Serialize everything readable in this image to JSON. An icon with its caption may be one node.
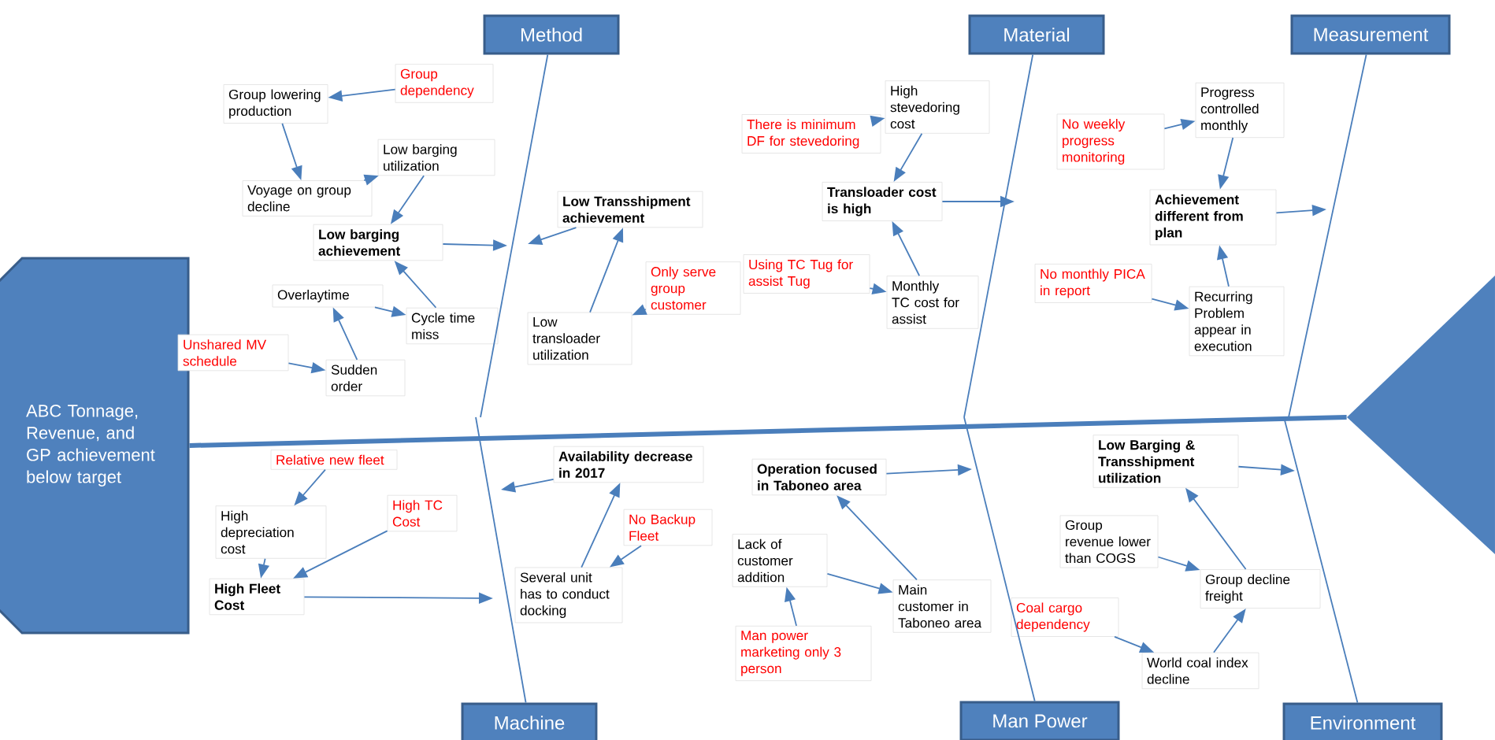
{
  "diagram": {
    "nodes": [
      {
        "text": [
          "ABC Tonnage, Revenue, and GP achievement below target"
        ]
      },
      {
        "text": [
          "Method"
        ]
      },
      {
        "text": [
          "Material"
        ]
      },
      {
        "text": [
          "Measurement"
        ]
      },
      {
        "text": [
          "Machine"
        ]
      },
      {
        "text": [
          "Man Power"
        ]
      },
      {
        "text": [
          "Environment"
        ]
      },
      {
        "text": [
          "Group dependency"
        ]
      },
      {
        "text": [
          "Group lowering production"
        ]
      },
      {
        "text": [
          "Voyage on group decline"
        ]
      },
      {
        "text": [
          "Low barging utilization"
        ]
      },
      {
        "text": [
          "Low barging achievement"
        ]
      },
      {
        "text": [
          "Overlaytime"
        ]
      },
      {
        "text": [
          "Cycle time miss"
        ]
      },
      {
        "text": [
          "Unshared MV schedule"
        ]
      },
      {
        "text": [
          "Sudden order"
        ]
      },
      {
        "text": [
          "Low Transshipment achievement"
        ]
      },
      {
        "text": [
          "Only serve group customer"
        ]
      },
      {
        "text": [
          "Low transloader utilization"
        ]
      },
      {
        "text": [
          "There is minimum DF for stevedoring"
        ]
      },
      {
        "text": [
          "High stevedoring cost"
        ]
      },
      {
        "text": [
          "Transloader cost is high"
        ]
      },
      {
        "text": [
          "Using TC Tug for assist Tug"
        ]
      },
      {
        "text": [
          "Monthly TC cost for assist"
        ]
      },
      {
        "text": [
          "No weekly progress monitoring"
        ]
      },
      {
        "text": [
          "Progress controlled monthly"
        ]
      },
      {
        "text": [
          "Achievement different from plan"
        ]
      },
      {
        "text": [
          "No monthly PICA in report"
        ]
      },
      {
        "text": [
          "Recurring Problem appear in execution"
        ]
      },
      {
        "text": [
          "Relative new fleet"
        ]
      },
      {
        "text": [
          "High depreciation cost"
        ]
      },
      {
        "text": [
          "High Fleet Cost"
        ]
      },
      {
        "text": [
          "High TC Cost"
        ]
      },
      {
        "text": [
          "Availability decrease in 2017"
        ]
      },
      {
        "text": [
          "No Backup Fleet"
        ]
      },
      {
        "text": [
          "Several unit has to conduct docking"
        ]
      },
      {
        "text": [
          "Operation focused in Taboneo area"
        ]
      },
      {
        "text": [
          "Lack of customer addition"
        ]
      },
      {
        "text": [
          "Main customer in Taboneo area"
        ]
      },
      {
        "text": [
          "Man power marketing only 3 person"
        ]
      },
      {
        "text": [
          "Low Barging & Transshipment utilization"
        ]
      },
      {
        "text": [
          "Group revenue lower than COGS"
        ]
      },
      {
        "text": [
          "Group decline freight"
        ]
      },
      {
        "text": [
          "Coal cargo dependency"
        ]
      },
      {
        "text": [
          "World coal index decline"
        ]
      },
      {
        "text": [],
        "shape": "triangle"
      }
    ],
    "edges": [
      {
        "from": 0,
        "to": 45,
        "arrow": "none",
        "style": "thick"
      },
      {
        "from": 1,
        "to": null,
        "arrow": "none"
      },
      {
        "from": 2,
        "to": null,
        "arrow": "none"
      },
      {
        "from": 3,
        "to": null,
        "arrow": "none"
      },
      {
        "from": 4,
        "to": null,
        "arrow": "none"
      },
      {
        "from": 5,
        "to": null,
        "arrow": "none"
      },
      {
        "from": 6,
        "to": null,
        "arrow": "none"
      },
      {
        "from": 7,
        "to": 8,
        "arrow": "to"
      },
      {
        "from": 8,
        "to": 9,
        "arrow": "to"
      },
      {
        "from": 9,
        "to": 10,
        "arrow": "to"
      },
      {
        "from": 10,
        "to": 11,
        "arrow": "to"
      },
      {
        "from": 11,
        "to": null,
        "arrow": "to"
      },
      {
        "from": 12,
        "to": 13,
        "arrow": "to"
      },
      {
        "from": 14,
        "to": 15,
        "arrow": "to"
      },
      {
        "from": 15,
        "to": 12,
        "arrow": "to"
      },
      {
        "from": 13,
        "to": 11,
        "arrow": "to"
      },
      {
        "from": 16,
        "to": null,
        "arrow": "to"
      },
      {
        "from": 17,
        "to": 18,
        "arrow": "to"
      },
      {
        "from": 18,
        "to": 16,
        "arrow": "to"
      },
      {
        "from": 19,
        "to": 20,
        "arrow": "to"
      },
      {
        "from": 20,
        "to": 21,
        "arrow": "to"
      },
      {
        "from": 21,
        "to": null,
        "arrow": "to"
      },
      {
        "from": 22,
        "to": 23,
        "arrow": "to"
      },
      {
        "from": 23,
        "to": 21,
        "arrow": "to"
      },
      {
        "from": 24,
        "to": 25,
        "arrow": "to"
      },
      {
        "from": 25,
        "to": 26,
        "arrow": "to"
      },
      {
        "from": 26,
        "to": null,
        "arrow": "to"
      },
      {
        "from": 27,
        "to": 28,
        "arrow": "to"
      },
      {
        "from": 28,
        "to": 26,
        "arrow": "to"
      },
      {
        "from": 29,
        "to": 30,
        "arrow": "to"
      },
      {
        "from": 30,
        "to": 31,
        "arrow": "to"
      },
      {
        "from": 32,
        "to": 31,
        "arrow": "to"
      },
      {
        "from": 31,
        "to": null,
        "arrow": "to"
      },
      {
        "from": 33,
        "to": null,
        "arrow": "to"
      },
      {
        "from": 34,
        "to": 35,
        "arrow": "to"
      },
      {
        "from": 35,
        "to": 33,
        "arrow": "to"
      },
      {
        "from": 36,
        "to": null,
        "arrow": "to"
      },
      {
        "from": 37,
        "to": 38,
        "arrow": "to"
      },
      {
        "from": 39,
        "to": 37,
        "arrow": "to"
      },
      {
        "from": 38,
        "to": 36,
        "arrow": "to"
      },
      {
        "from": 40,
        "to": null,
        "arrow": "to"
      },
      {
        "from": 41,
        "to": 42,
        "arrow": "to"
      },
      {
        "from": 43,
        "to": 44,
        "arrow": "to"
      },
      {
        "from": 44,
        "to": 42,
        "arrow": "to"
      },
      {
        "from": 42,
        "to": 40,
        "arrow": "to"
      }
    ]
  }
}
